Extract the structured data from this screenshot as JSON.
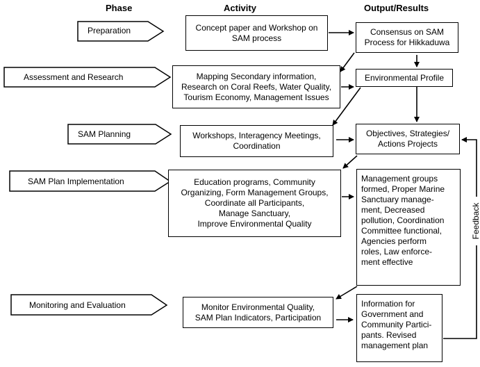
{
  "headers": {
    "phase": "Phase",
    "activity": "Activity",
    "output": "Output/Results"
  },
  "phases": [
    {
      "label": "Preparation"
    },
    {
      "label": "Assessment and Research"
    },
    {
      "label": "SAM Planning"
    },
    {
      "label": "SAM Plan Implementation"
    },
    {
      "label": "Monitoring and Evaluation"
    }
  ],
  "activities": [
    {
      "lines": [
        "Concept paper and Workshop on",
        "SAM process"
      ]
    },
    {
      "lines": [
        "Mapping Secondary information,",
        "Research on Coral Reefs, Water Quality,",
        "Tourism Economy, Management Issues"
      ]
    },
    {
      "lines": [
        "Workshops, Interagency Meetings,",
        "Coordination"
      ]
    },
    {
      "lines": [
        "Education programs, Community",
        "Organizing, Form Management Groups,",
        "Coordinate all Participants,",
        "Manage Sanctuary,",
        "Improve Environmental Quality"
      ]
    },
    {
      "lines": [
        "Monitor Environmental Quality,",
        "SAM Plan Indicators, Participation"
      ]
    }
  ],
  "outputs": [
    {
      "lines": [
        "Consensus on SAM",
        "Process for Hikkaduwa"
      ]
    },
    {
      "lines": [
        "Environmental Profile"
      ]
    },
    {
      "lines": [
        "Objectives, Strategies/",
        "Actions Projects"
      ]
    },
    {
      "lines": [
        "Management groups",
        "formed, Proper Marine",
        "Sanctuary manage-",
        "ment, Decreased",
        "pollution, Coordination",
        "Committee functional,",
        "Agencies perform",
        "roles, Law enforce-",
        "ment effective"
      ]
    },
    {
      "lines": [
        "Information for",
        "Government and",
        "Community Partici-",
        "pants. Revised",
        "management plan"
      ]
    }
  ],
  "feedback_label": "Feedback"
}
